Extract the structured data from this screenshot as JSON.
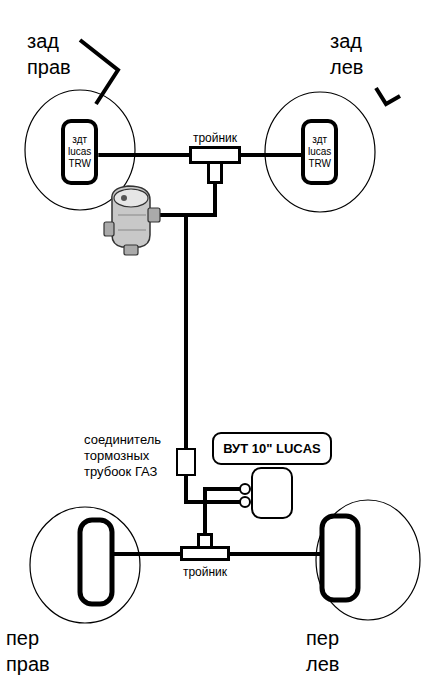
{
  "diagram": {
    "nodes": [
      {
        "text": [
          "здт lucas TRW"
        ]
      },
      {
        "text": [
          "тройник"
        ]
      },
      {
        "text": [
          "здт lucas TRW"
        ]
      },
      {
        "text": [
          "соединитель тормозных трубоок ГАЗ"
        ]
      },
      {
        "text": [
          "ВУТ 10\" LUCAS"
        ]
      },
      {
        "text": [
          "тройник"
        ]
      }
    ],
    "edges": [
      {
        "from": 0,
        "to": 1,
        "arrow": "none"
      },
      {
        "from": 1,
        "to": 2,
        "arrow": "none"
      },
      {
        "from": 1,
        "to": 3,
        "arrow": "none"
      },
      {
        "from": 3,
        "to": 4,
        "arrow": "none"
      },
      {
        "from": 4,
        "to": 5,
        "arrow": "none"
      }
    ],
    "labels": [
      "зад прав",
      "зад лев",
      "пер прав",
      "пер лев"
    ]
  }
}
